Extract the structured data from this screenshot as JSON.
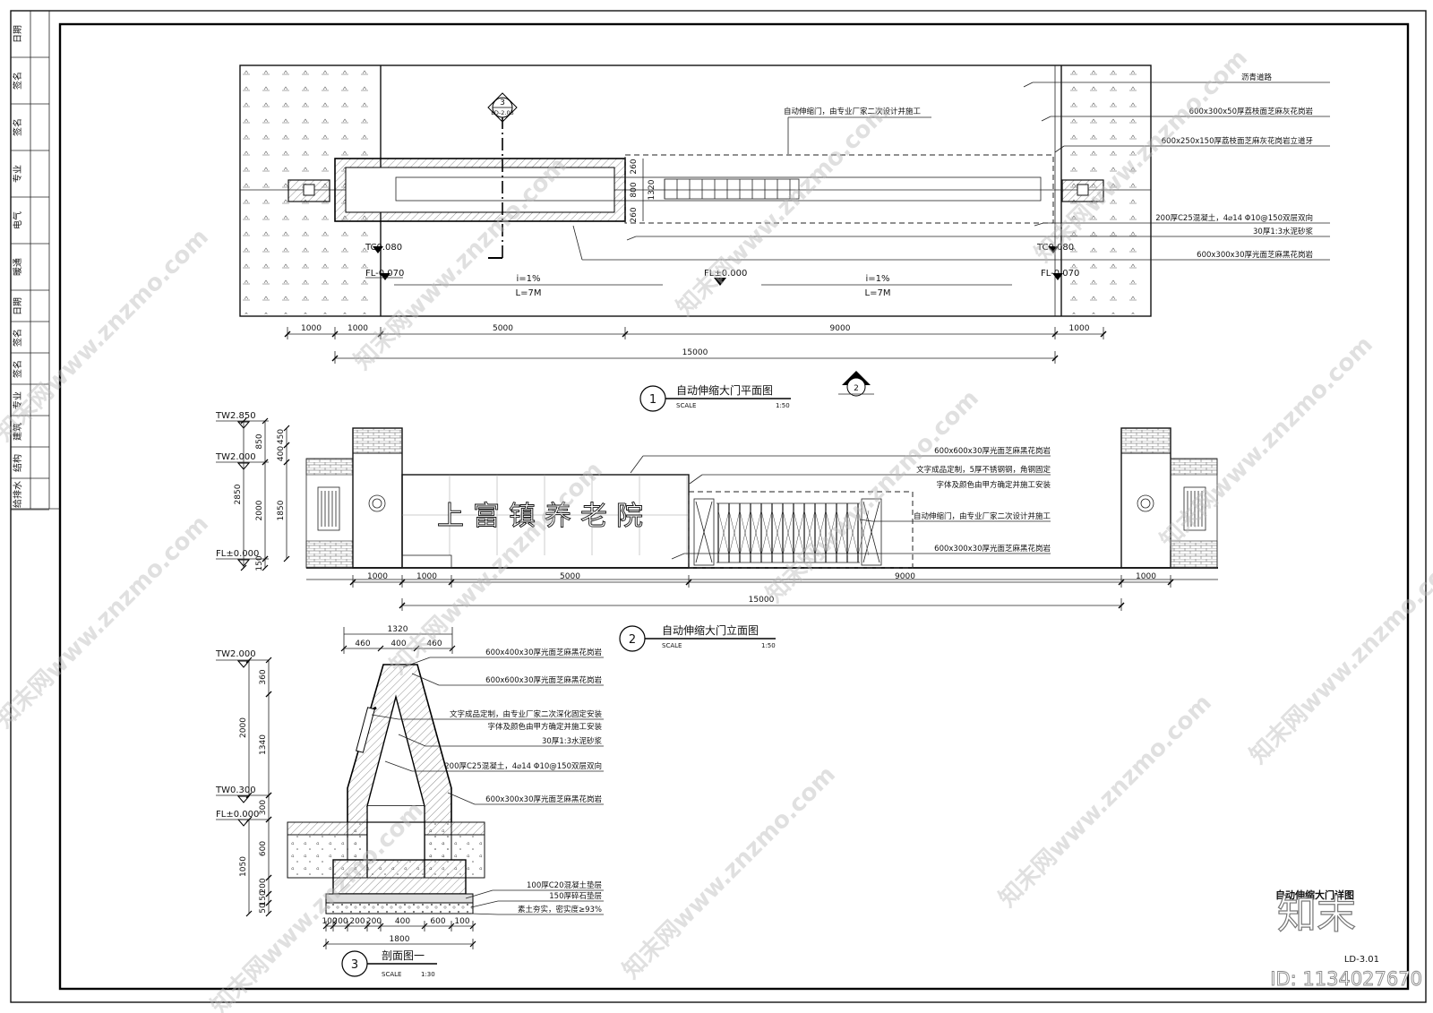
{
  "title_block": {
    "rows_top": [
      "日期",
      "签名",
      "签名",
      "专业",
      "电气",
      "暖通"
    ],
    "rows_bottom": [
      "日期",
      "签名",
      "签名",
      "专业",
      "建筑",
      "结构",
      "给排水"
    ]
  },
  "plan": {
    "notes": [
      "沥青道路",
      "自动伸缩门，由专业厂家二次设计并施工",
      "600x300x50厚荔枝面芝麻灰花岗岩",
      "600x250x150厚荔枝面芝麻灰花岗岩立道牙",
      "200厚C25混凝土，4⌀14 Φ10@150双层双向",
      "30厚1:3水泥砂浆",
      "600x300x30厚光面芝麻黑花岗岩"
    ],
    "levels": [
      "TC0.080",
      "FL-0.070",
      "FL±0.000",
      "TC0.080",
      "FL-0.070"
    ],
    "slopes": [
      "i=1%",
      "L=7M",
      "i=1%",
      "L=7M"
    ],
    "dims_inner": [
      "260",
      "800",
      "260",
      "1320"
    ],
    "dims": [
      "1000",
      "1000",
      "5000",
      "9000",
      "1000"
    ],
    "total": "15000",
    "callout_section": [
      "3",
      "LD-2.03"
    ],
    "callout_elev": "2",
    "label_num": "1",
    "label_title": "自动伸缩大门平面图",
    "scale_word": "SCALE",
    "scale": "1:50"
  },
  "elevation": {
    "sign_text": "上富镇养老院",
    "levels": [
      "TW2.850",
      "TW2.000",
      "FL±0.000"
    ],
    "vdims": [
      "850",
      "450",
      "400",
      "2850",
      "2000",
      "1850",
      "150"
    ],
    "notes": [
      "600x600x30厚光面芝麻黑花岗岩",
      "文字成品定制，5厚不锈钢钢，角钢固定",
      "字体及颜色由甲方确定并施工安装",
      "自动伸缩门，由专业厂家二次设计并施工",
      "600x300x30厚光面芝麻黑花岗岩"
    ],
    "dims": [
      "1000",
      "1000",
      "5000",
      "9000",
      "1000"
    ],
    "total": "15000",
    "label_num": "2",
    "label_title": "自动伸缩大门立面图",
    "scale_word": "SCALE",
    "scale": "1:50"
  },
  "section": {
    "top_dims": [
      "1320",
      "460",
      "400",
      "460"
    ],
    "levels": [
      "TW2.000",
      "TW0.300",
      "FL±0.000"
    ],
    "vdims": [
      "360",
      "2000",
      "1340",
      "300",
      "600",
      "1050",
      "200",
      "150",
      "50"
    ],
    "notes": [
      "600x400x30厚光面芝麻黑花岗岩",
      "600x600x30厚光面芝麻黑花岗岩",
      "文字成品定制，由专业厂家二次深化固定安装",
      "字体及颜色由甲方确定并施工安装",
      "30厚1:3水泥砂浆",
      "200厚C25混凝土，4⌀14 Φ10@150双层双向",
      "600x300x30厚光面芝麻黑花岗岩",
      "100厚C20混凝土垫层",
      "150厚碎石垫层",
      "素土夯实，密实度≥93%"
    ],
    "bottom_dims": [
      "100",
      "200",
      "200",
      "200",
      "400",
      "600",
      "100"
    ],
    "bottom_total": "1800",
    "label_num": "3",
    "label_title": "剖面图一",
    "scale_word": "SCALE",
    "scale": "1:30"
  },
  "sheet": {
    "title": "自动伸缩大门详图",
    "number": "LD-3.01",
    "logo": "知末",
    "id_text": "ID: 1134027670"
  },
  "watermark": "知末网www.znzmo.com"
}
